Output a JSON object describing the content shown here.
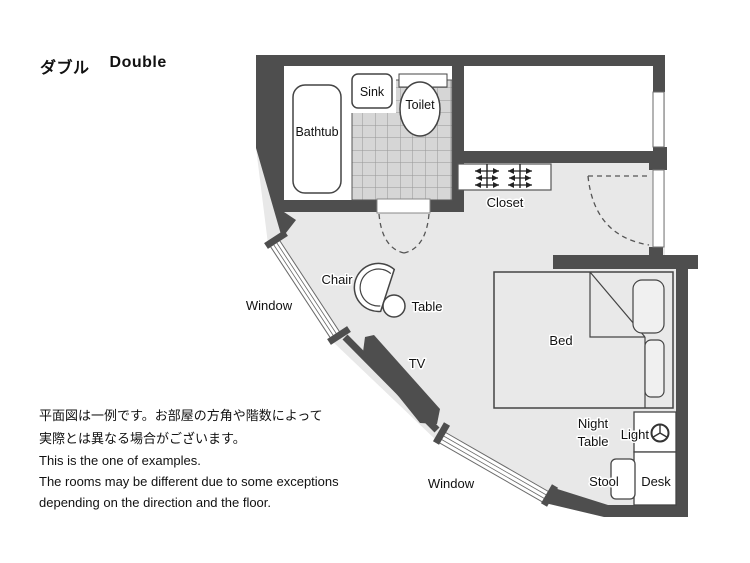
{
  "title": {
    "jp": "ダブル",
    "en": "Double"
  },
  "plan": {
    "labels": {
      "bathtub": "Bathtub",
      "sink": "Sink",
      "toilet": "Toilet",
      "closet": "Closet",
      "window_left": "Window",
      "window_bottom": "Window",
      "chair": "Chair",
      "table": "Table",
      "tv": "TV",
      "bed": "Bed",
      "night_table_l1": "Night",
      "night_table_l2": "Table",
      "light": "Light",
      "stool": "Stool",
      "desk": "Desk"
    },
    "colors": {
      "wall": "#4e4e4e",
      "floor": "#e8e8e8",
      "tile": "#d6d6d6",
      "fixture_outline": "#444444",
      "room_white": "#ffffff"
    }
  },
  "disclaimer": {
    "jp": [
      "平面図は一例です。お部屋の方角や階数によって",
      "実際とは異なる場合がございます。"
    ],
    "en": [
      "This is the one of examples.",
      "The rooms may be different due to some exceptions",
      "depending on the direction and the floor."
    ]
  }
}
